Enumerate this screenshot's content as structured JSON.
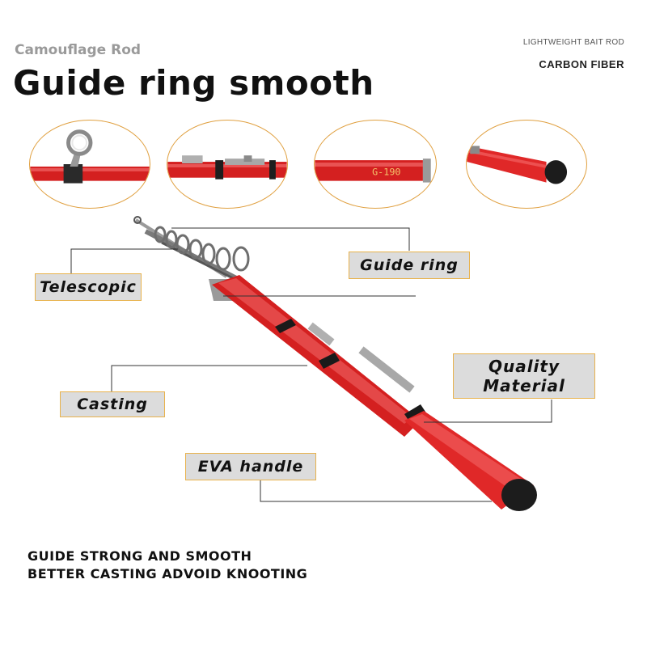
{
  "header": {
    "subtitle": "Camouflage Rod",
    "headline": "Guide ring smooth",
    "tag_top": "LIGHTWEIGHT BAIT ROD",
    "tag_second": "CARBON FIBER"
  },
  "detail_views": {
    "rod_marking": "G-190"
  },
  "callouts": {
    "guide_ring": "Guide ring",
    "telescopic": "Telescopic",
    "quality_line1": "Quality",
    "quality_line2": "Material",
    "casting": "Casting",
    "eva_handle": "EVA handle"
  },
  "footer": {
    "line1": "GUIDE STRONG AND SMOOTH",
    "line2": "BETTER CASTING ADVOID KNOOTING"
  },
  "colors": {
    "rod_red": "#d42020",
    "callout_bg": "#dcdcdc",
    "callout_border": "#e8b24c"
  }
}
